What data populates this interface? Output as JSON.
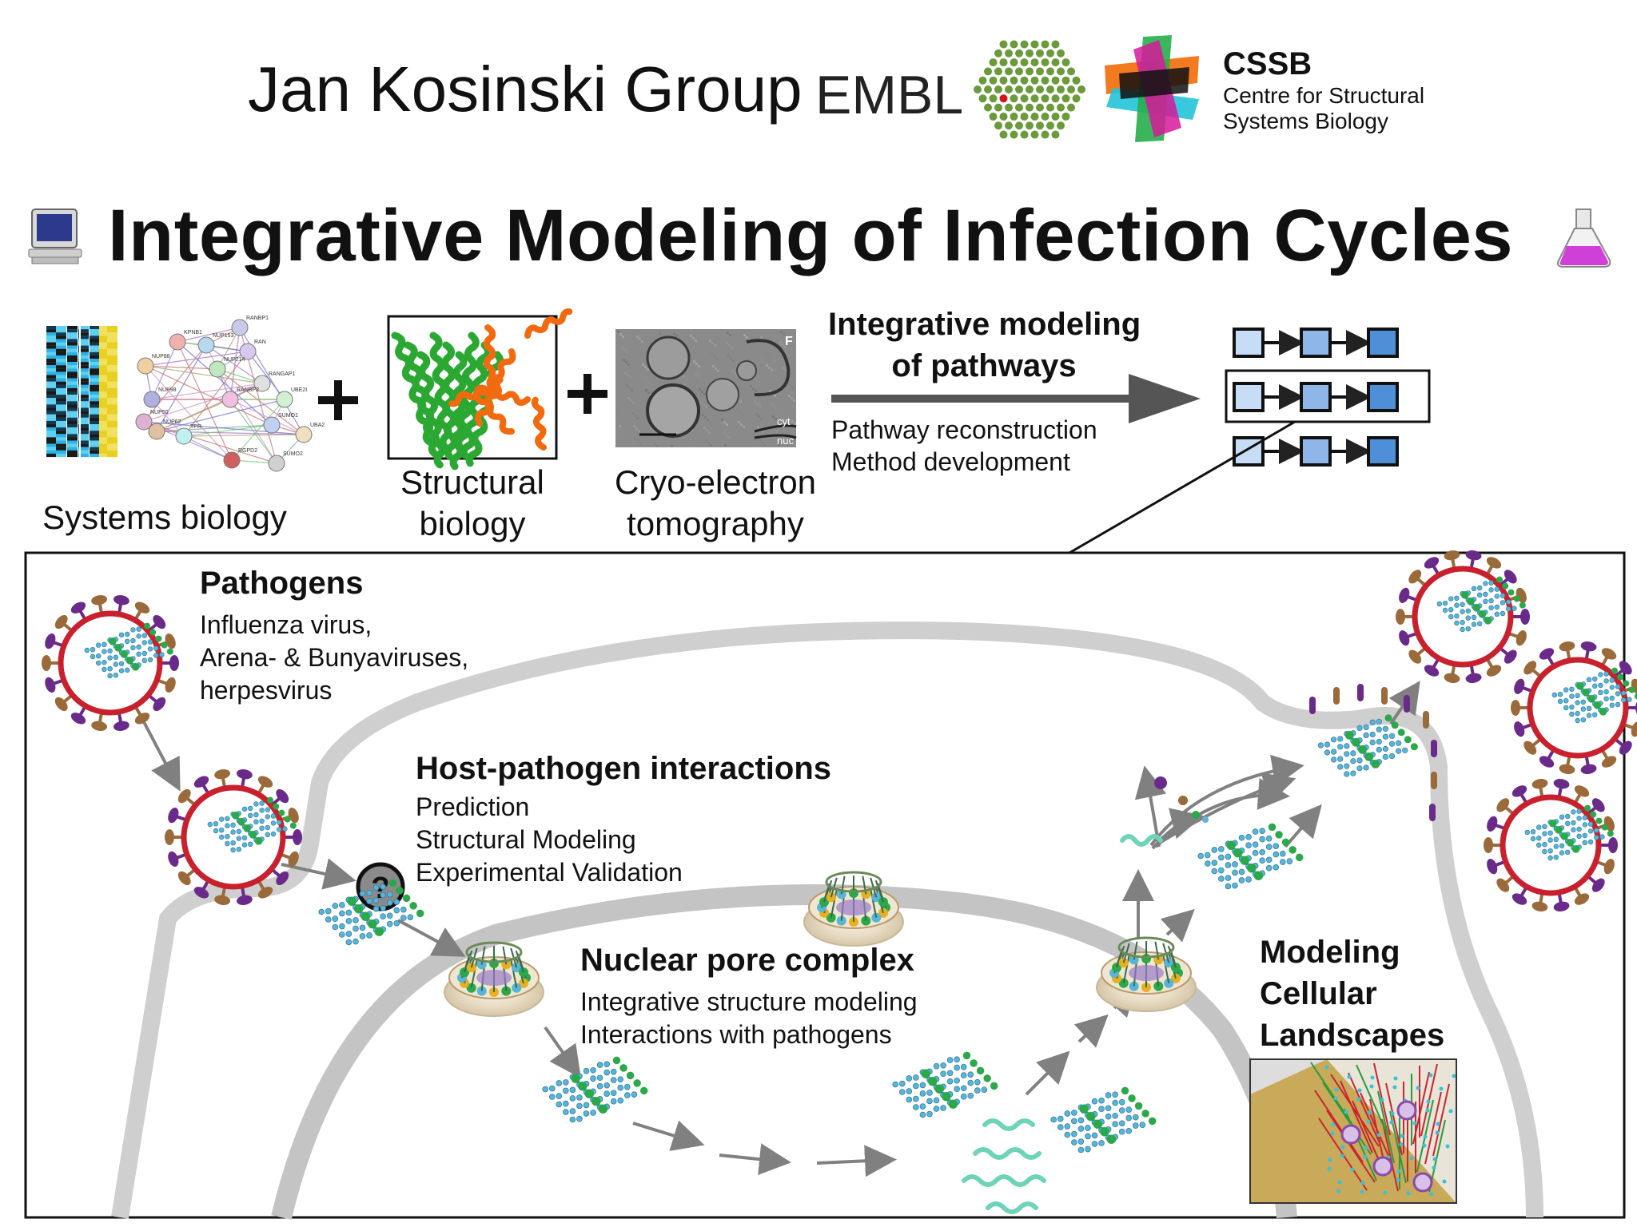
{
  "header": {
    "group_name": "Jan Kosinski Group",
    "embl_label": "EMBL",
    "cssb_title": "CSSB",
    "cssb_sub1": "Centre for Structural",
    "cssb_sub2": "Systems Biology"
  },
  "title": "Integrative Modeling of Infection Cycles",
  "icons": [
    "computer-icon",
    "flask-icon"
  ],
  "top_row": {
    "systems_label": "Systems biology",
    "structural_label_1": "Structural",
    "structural_label_2": "biology",
    "cryo_label_1": "Cryo-electron",
    "cryo_label_2": "tomography",
    "pathway_heading_1": "Integrative modeling",
    "pathway_heading_2": "of pathways",
    "pathway_sub_1": "Pathway reconstruction",
    "pathway_sub_2": "Method development",
    "plus": "+"
  },
  "network_nodes": [
    "RANBP1",
    "KPNB1",
    "NUP153",
    "RAN",
    "NUP214",
    "NUP88",
    "RANGAP1",
    "NUP98",
    "RANBP2",
    "UBE2I",
    "NUP62",
    "SUMO1",
    "UBA2",
    "TPR",
    "NUP50",
    "RGPD2",
    "SUMO2"
  ],
  "micrograph_labels": [
    "F",
    "cyt",
    "nuc"
  ],
  "cell_panel": {
    "pathogens_title": "Pathogens",
    "pathogens_lines": [
      "Influenza virus,",
      "Arena- & Bunyaviruses,",
      "herpesvirus"
    ],
    "hpi_title": "Host-pathogen interactions",
    "hpi_lines": [
      "Prediction",
      "Structural Modeling",
      "Experimental Validation"
    ],
    "npc_title": "Nuclear pore complex",
    "npc_lines": [
      "Integrative structure modeling",
      "Interactions with pathogens"
    ],
    "landscape_title_1": "Modeling",
    "landscape_title_2": "Cellular",
    "landscape_title_3": "Landscapes",
    "question_mark": "?"
  },
  "colors": {
    "envelope": "#c8202c",
    "spike_purple": "#6a2a8a",
    "spike_brown": "#9a6a3a",
    "rnp_blue": "#5ab4d6",
    "rnp_green": "#2aa84a",
    "membrane_grey": "#cfcfcf",
    "arrow_grey": "#808080",
    "box_light": "#c7dcf5",
    "box_mid": "#8fb6e8",
    "box_dark": "#4f8fd8"
  }
}
